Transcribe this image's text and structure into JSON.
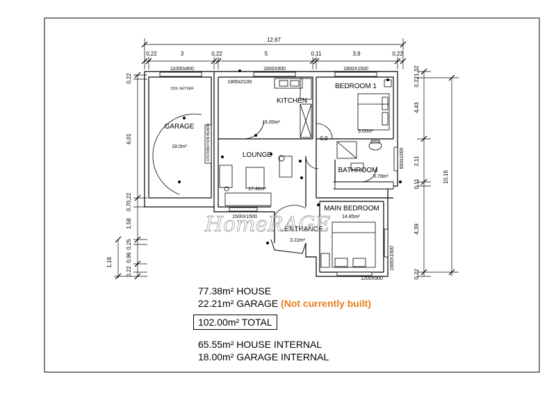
{
  "frame": {
    "accent_color": "#e87d1e"
  },
  "dimensions": {
    "overall_width": "12,67",
    "segments_top": [
      "0,22",
      "3",
      "0,22",
      "5",
      "0,11",
      "3,9",
      "0,22"
    ],
    "left_garage": [
      "0,22",
      "6,01",
      "0,70,22",
      "1,58",
      "0,25",
      "0,96",
      "0,22"
    ],
    "left_outer": "1,18",
    "right_inner": [
      "0,221,32",
      "4,43",
      "2,11",
      "0,11",
      "4,39",
      "0,22"
    ],
    "right_outer": "10,16",
    "inner_door": "0,9"
  },
  "windows": {
    "garage_top": "11000x900",
    "kitchen_top": "1800X900",
    "bedroom1_top": "1800X1500",
    "lounge_inner": "1800x2100",
    "bathroom_side": "600x1000",
    "lounge_bottom": "1500X1500",
    "main_bed_side": "1500X1500",
    "main_bed_bottom": "1200X900"
  },
  "rooms": {
    "garage": {
      "name": "GARAGE",
      "area": "18.0m²"
    },
    "kitchen": {
      "name": "KITCHEN",
      "area": "15.00m²"
    },
    "lounge": {
      "name": "LOUNGE",
      "area": "17.46m²"
    },
    "bedroom1": {
      "name": "BEDROOM 1",
      "area": "9.00m²"
    },
    "bathroom": {
      "name": "BATHROOM",
      "area": "5.78m²"
    },
    "main_bedroom": {
      "name": "MAIN BEDROOM",
      "area": "14.85m²"
    },
    "entrance": {
      "name": "ENTRANCE",
      "area": "3.22m²"
    }
  },
  "fixtures": {
    "geyser": "150L GEYSER",
    "distribution_board": "DISTRIBUTION BOARD"
  },
  "watermark": "HomeRAGE",
  "summary": {
    "house": "77.38m² HOUSE",
    "garage": "22.21m² GARAGE",
    "garage_note": "(Not currently built)",
    "total": "102.00m² TOTAL",
    "house_internal": "65.55m² HOUSE INTERNAL",
    "garage_internal": "18.00m² GARAGE INTERNAL"
  }
}
